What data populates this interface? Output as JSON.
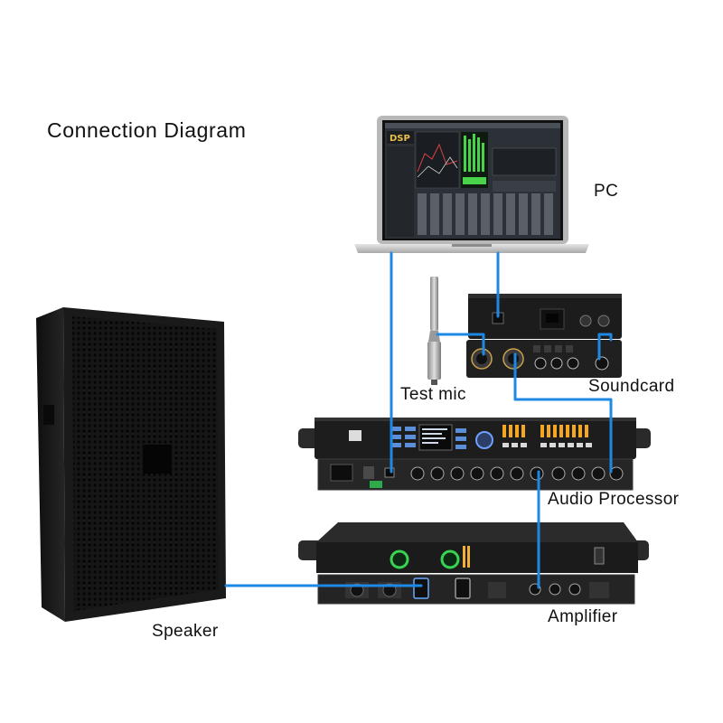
{
  "title": "Connection Diagram",
  "labels": {
    "pc": "PC",
    "test_mic": "Test mic",
    "soundcard": "Soundcard",
    "audio_processor": "Audio Processor",
    "amplifier": "Amplifier",
    "speaker": "Speaker"
  },
  "screen": {
    "brand": "DSP"
  },
  "colors": {
    "cable": "#1e88e5",
    "device_body": "#1c1c1c",
    "front_panel": "#2a2a2a",
    "amp_knob": "#39d353",
    "processor_meter": "#f5a623",
    "processor_button": "#5b8fd9",
    "speaker_body": "#141414"
  }
}
